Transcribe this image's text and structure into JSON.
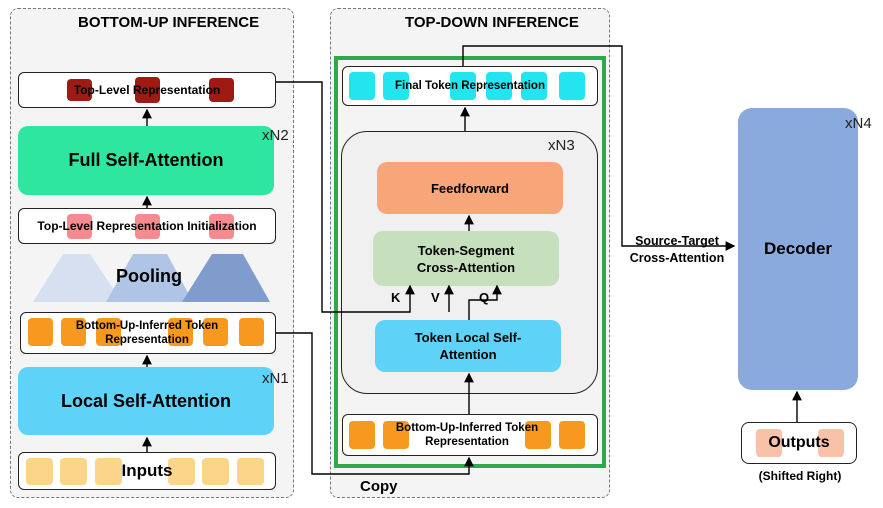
{
  "bottom_up": {
    "title": "BOTTOM-UP INFERENCE",
    "top_level_repr": "Top-Level Representation",
    "full_self_attention": "Full Self-Attention",
    "repr_init": "Top-Level Representation Initialization",
    "pooling": "Pooling",
    "bu_token_repr": "Bottom-Up-Inferred Token Representation",
    "local_self_attention": "Local Self-Attention",
    "inputs": "Inputs",
    "mult_n1": "xN1",
    "mult_n2": "xN2"
  },
  "top_down": {
    "title": "TOP-DOWN INFERENCE",
    "final_token_repr": "Final Token Representation",
    "feedforward": "Feedforward",
    "cross_attention": "Token-Segment Cross-Attention",
    "token_local_sa": "Token Local Self-Attention",
    "bu_token_repr": "Bottom-Up-Inferred Token Representation",
    "mult_n3": "xN3",
    "k": "K",
    "v": "V",
    "q": "Q"
  },
  "copy_label": "Copy",
  "source_target": "Source-Target Cross-Attention",
  "decoder": {
    "label": "Decoder",
    "mult_n4": "xN4",
    "outputs": "Outputs",
    "shifted": "(Shifted Right)"
  },
  "colors": {
    "full_sa": "#2ee6a0",
    "local_sa": "#5fd3f7",
    "token_orange": "#f7991f",
    "top_level_token": "#9e1a12",
    "init_token": "#f58a8f",
    "input_token": "#fcd58a",
    "final_token": "#22e5f0",
    "feedforward": "#f8a57a",
    "cross_attention": "#c6e0bd",
    "decoder": "#8aa9dc",
    "output_token": "#f8c2a8",
    "green_frame": "#2fa84a"
  }
}
